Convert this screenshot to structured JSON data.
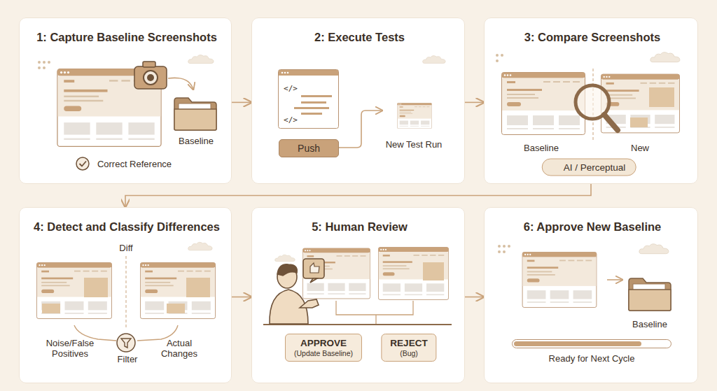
{
  "diagram": {
    "nodes": [
      {
        "text": [
          "1: Capture Baseline Screenshots"
        ]
      },
      {
        "text": [
          "2: Execute Tests"
        ]
      },
      {
        "text": [
          "3: Compare Screenshots"
        ]
      },
      {
        "text": [
          "4: Detect and Classify Differences"
        ]
      },
      {
        "text": [
          "5: Human Review"
        ]
      },
      {
        "text": [
          "6: Approve New Baseline"
        ]
      },
      {
        "text": [
          "Push"
        ],
        "in": 1
      },
      {
        "text": [
          "AI / Perceptual"
        ],
        "in": 2
      },
      {
        "text": [
          "APPROVE",
          "(Update Baseline)"
        ],
        "in": 4
      },
      {
        "text": [
          "REJECT",
          "(Bug)"
        ],
        "in": 4
      }
    ],
    "edges": [
      {
        "from": 0,
        "to": 1,
        "arrow": "to"
      },
      {
        "from": 1,
        "to": 2,
        "arrow": "to"
      },
      {
        "from": 2,
        "to": 3,
        "arrow": "to"
      },
      {
        "from": 3,
        "to": 4,
        "arrow": "to"
      },
      {
        "from": 4,
        "to": 5,
        "arrow": "to"
      }
    ],
    "labels": [
      "Baseline",
      "Correct Reference",
      "</>",
      "</>",
      "New Test Run",
      "Baseline",
      "New",
      "Diff",
      "Noise/False Positives",
      "Filter",
      "Actual Changes",
      "Baseline",
      "Ready for Next Cycle"
    ]
  }
}
